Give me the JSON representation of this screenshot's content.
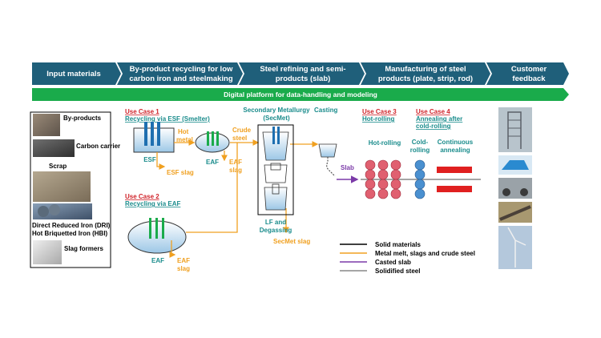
{
  "stages": [
    {
      "line1": "Input materials",
      "line2": ""
    },
    {
      "line1": "By-product recycling for low",
      "line2": "carbon iron and steelmaking"
    },
    {
      "line1": "Steel refining and semi-",
      "line2": "products (slab)"
    },
    {
      "line1": "Manufacturing of steel",
      "line2": "products (plate, strip, rod)"
    },
    {
      "line1": "Customer",
      "line2": "feedback"
    }
  ],
  "platform_banner": "Digital platform for data-handling and modeling",
  "inputs": {
    "byproducts": "By-products",
    "carbon": "Carbon carrier",
    "scrap": "Scrap",
    "dri": "Direct Reduced Iron (DRI)",
    "hbi": "Hot Briquetted Iron (HBI)",
    "slag_formers": "Slag formers"
  },
  "use_cases": {
    "uc1_title": "Use Case 1",
    "uc1_sub": "Recycling via ESF (Smelter)",
    "uc2_title": "Use Case 2",
    "uc2_sub": "Recycling via EAF",
    "uc3_title": "Use Case 3",
    "uc3_sub": "Hot-rolling",
    "uc4_title": "Use Case 4",
    "uc4_sub1": "Annealing after",
    "uc4_sub2": "cold-rolling"
  },
  "process": {
    "esf": "ESF",
    "eaf": "EAF",
    "eaf2": "EAF",
    "hot_metal_1": "Hot",
    "hot_metal_2": "metal",
    "crude_steel_1": "Crude",
    "crude_steel_2": "steel",
    "esf_slag": "ESF slag",
    "eaf_slag_1_a": "EAF",
    "eaf_slag_1_b": "slag",
    "eaf_slag_2_a": "EAF",
    "eaf_slag_2_b": "slag",
    "secmet_1": "Secondary Metallurgy",
    "secmet_2": "(SecMet)",
    "lf_1": "LF and",
    "lf_2": "Degassing",
    "secmet_slag": "SecMet slag",
    "casting": "Casting",
    "slab": "Slab",
    "hot_rolling": "Hot-rolling",
    "cold_1": "Cold-",
    "cold_2": "rolling",
    "cont_1": "Continuous",
    "cont_2": "annealing"
  },
  "legend": [
    {
      "label": "Solid materials",
      "color": "#000000"
    },
    {
      "label": "Metal melt, slags and crude steel",
      "color": "#f0a020"
    },
    {
      "label": "Casted slab",
      "color": "#7b3aa8"
    },
    {
      "label": "Solidified steel",
      "color": "#888888"
    }
  ],
  "colors": {
    "header": "#1f5f7a",
    "banner": "#1aab4b",
    "teal": "#1a8c8c",
    "red": "#d0232a",
    "orange": "#f0a020",
    "purple": "#7b3aa8",
    "roller": "#e06070",
    "cold_roller": "#4a90d0",
    "anneal": "#e02020"
  }
}
